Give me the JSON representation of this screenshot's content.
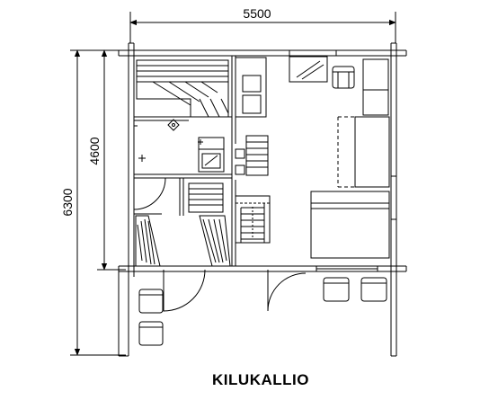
{
  "title": "KILUKALLIO",
  "dimensions": {
    "width_label": "5500",
    "total_height_label": "6300",
    "main_height_label": "4600"
  },
  "colors": {
    "line": "#000000",
    "background": "#ffffff"
  }
}
